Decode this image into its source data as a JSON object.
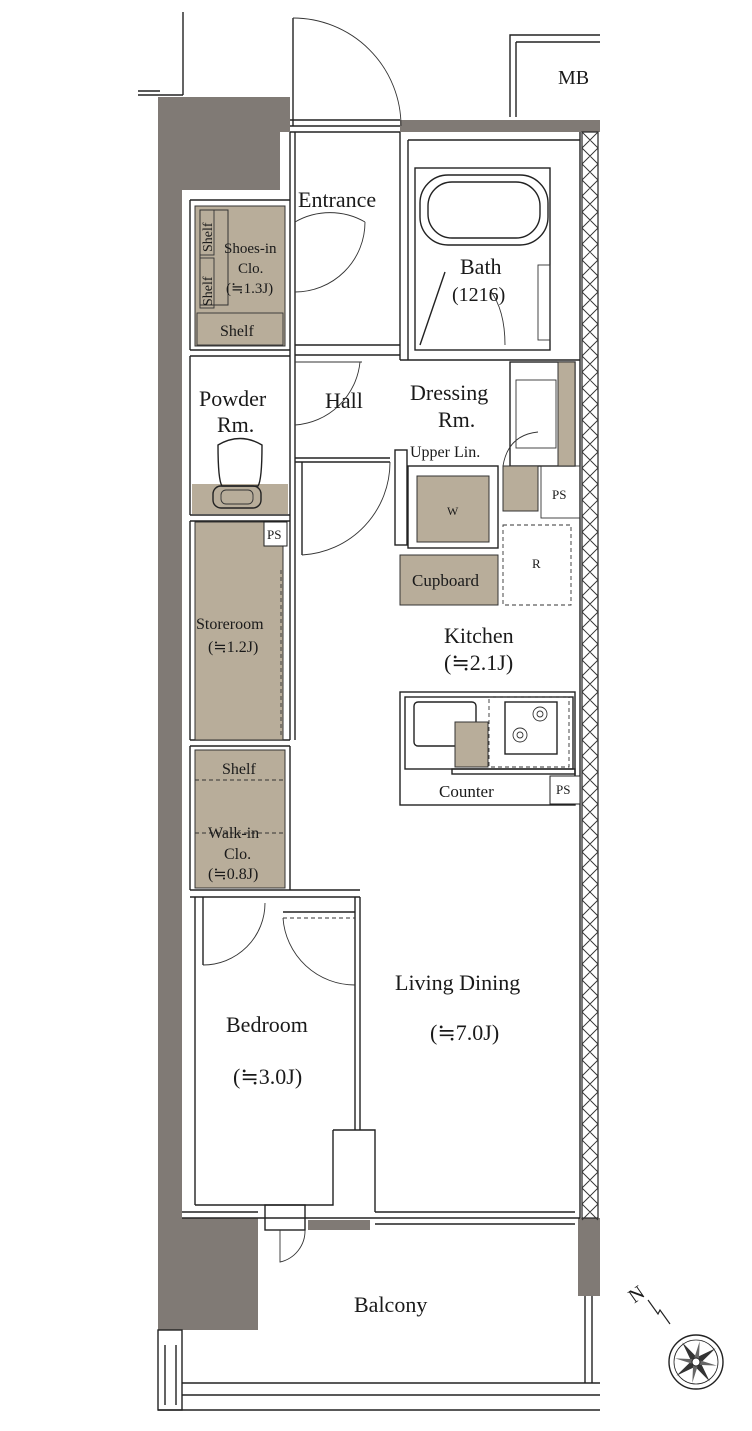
{
  "rooms": {
    "mb": "MB",
    "entrance": "Entrance",
    "bath": "Bath",
    "bath_size": "(1216)",
    "shoes_in": "Shoes-in",
    "shoes_clo": "Clo.",
    "shoes_area": "(≒1.3J)",
    "shelf": "Shelf",
    "powder_1": "Powder",
    "powder_2": "Rm.",
    "hall": "Hall",
    "dressing_1": "Dressing",
    "dressing_2": "Rm.",
    "upper_lin": "Upper Lin.",
    "ps": "PS",
    "w": "W",
    "r": "R",
    "cupboard": "Cupboard",
    "kitchen": "Kitchen",
    "kitchen_area": "(≒2.1J)",
    "storeroom": "Storeroom",
    "storeroom_area": "(≒1.2J)",
    "counter": "Counter",
    "walkin_1": "Walk-in",
    "walkin_2": "Clo.",
    "walkin_area": "(≒0.8J)",
    "living": "Living Dining",
    "living_area": "(≒7.0J)",
    "bedroom": "Bedroom",
    "bedroom_area": "(≒3.0J)",
    "balcony": "Balcony"
  },
  "compass": {
    "north": "N"
  },
  "colors": {
    "wall": "#807a75",
    "storage": "#b8ad9a",
    "line": "#222222"
  }
}
